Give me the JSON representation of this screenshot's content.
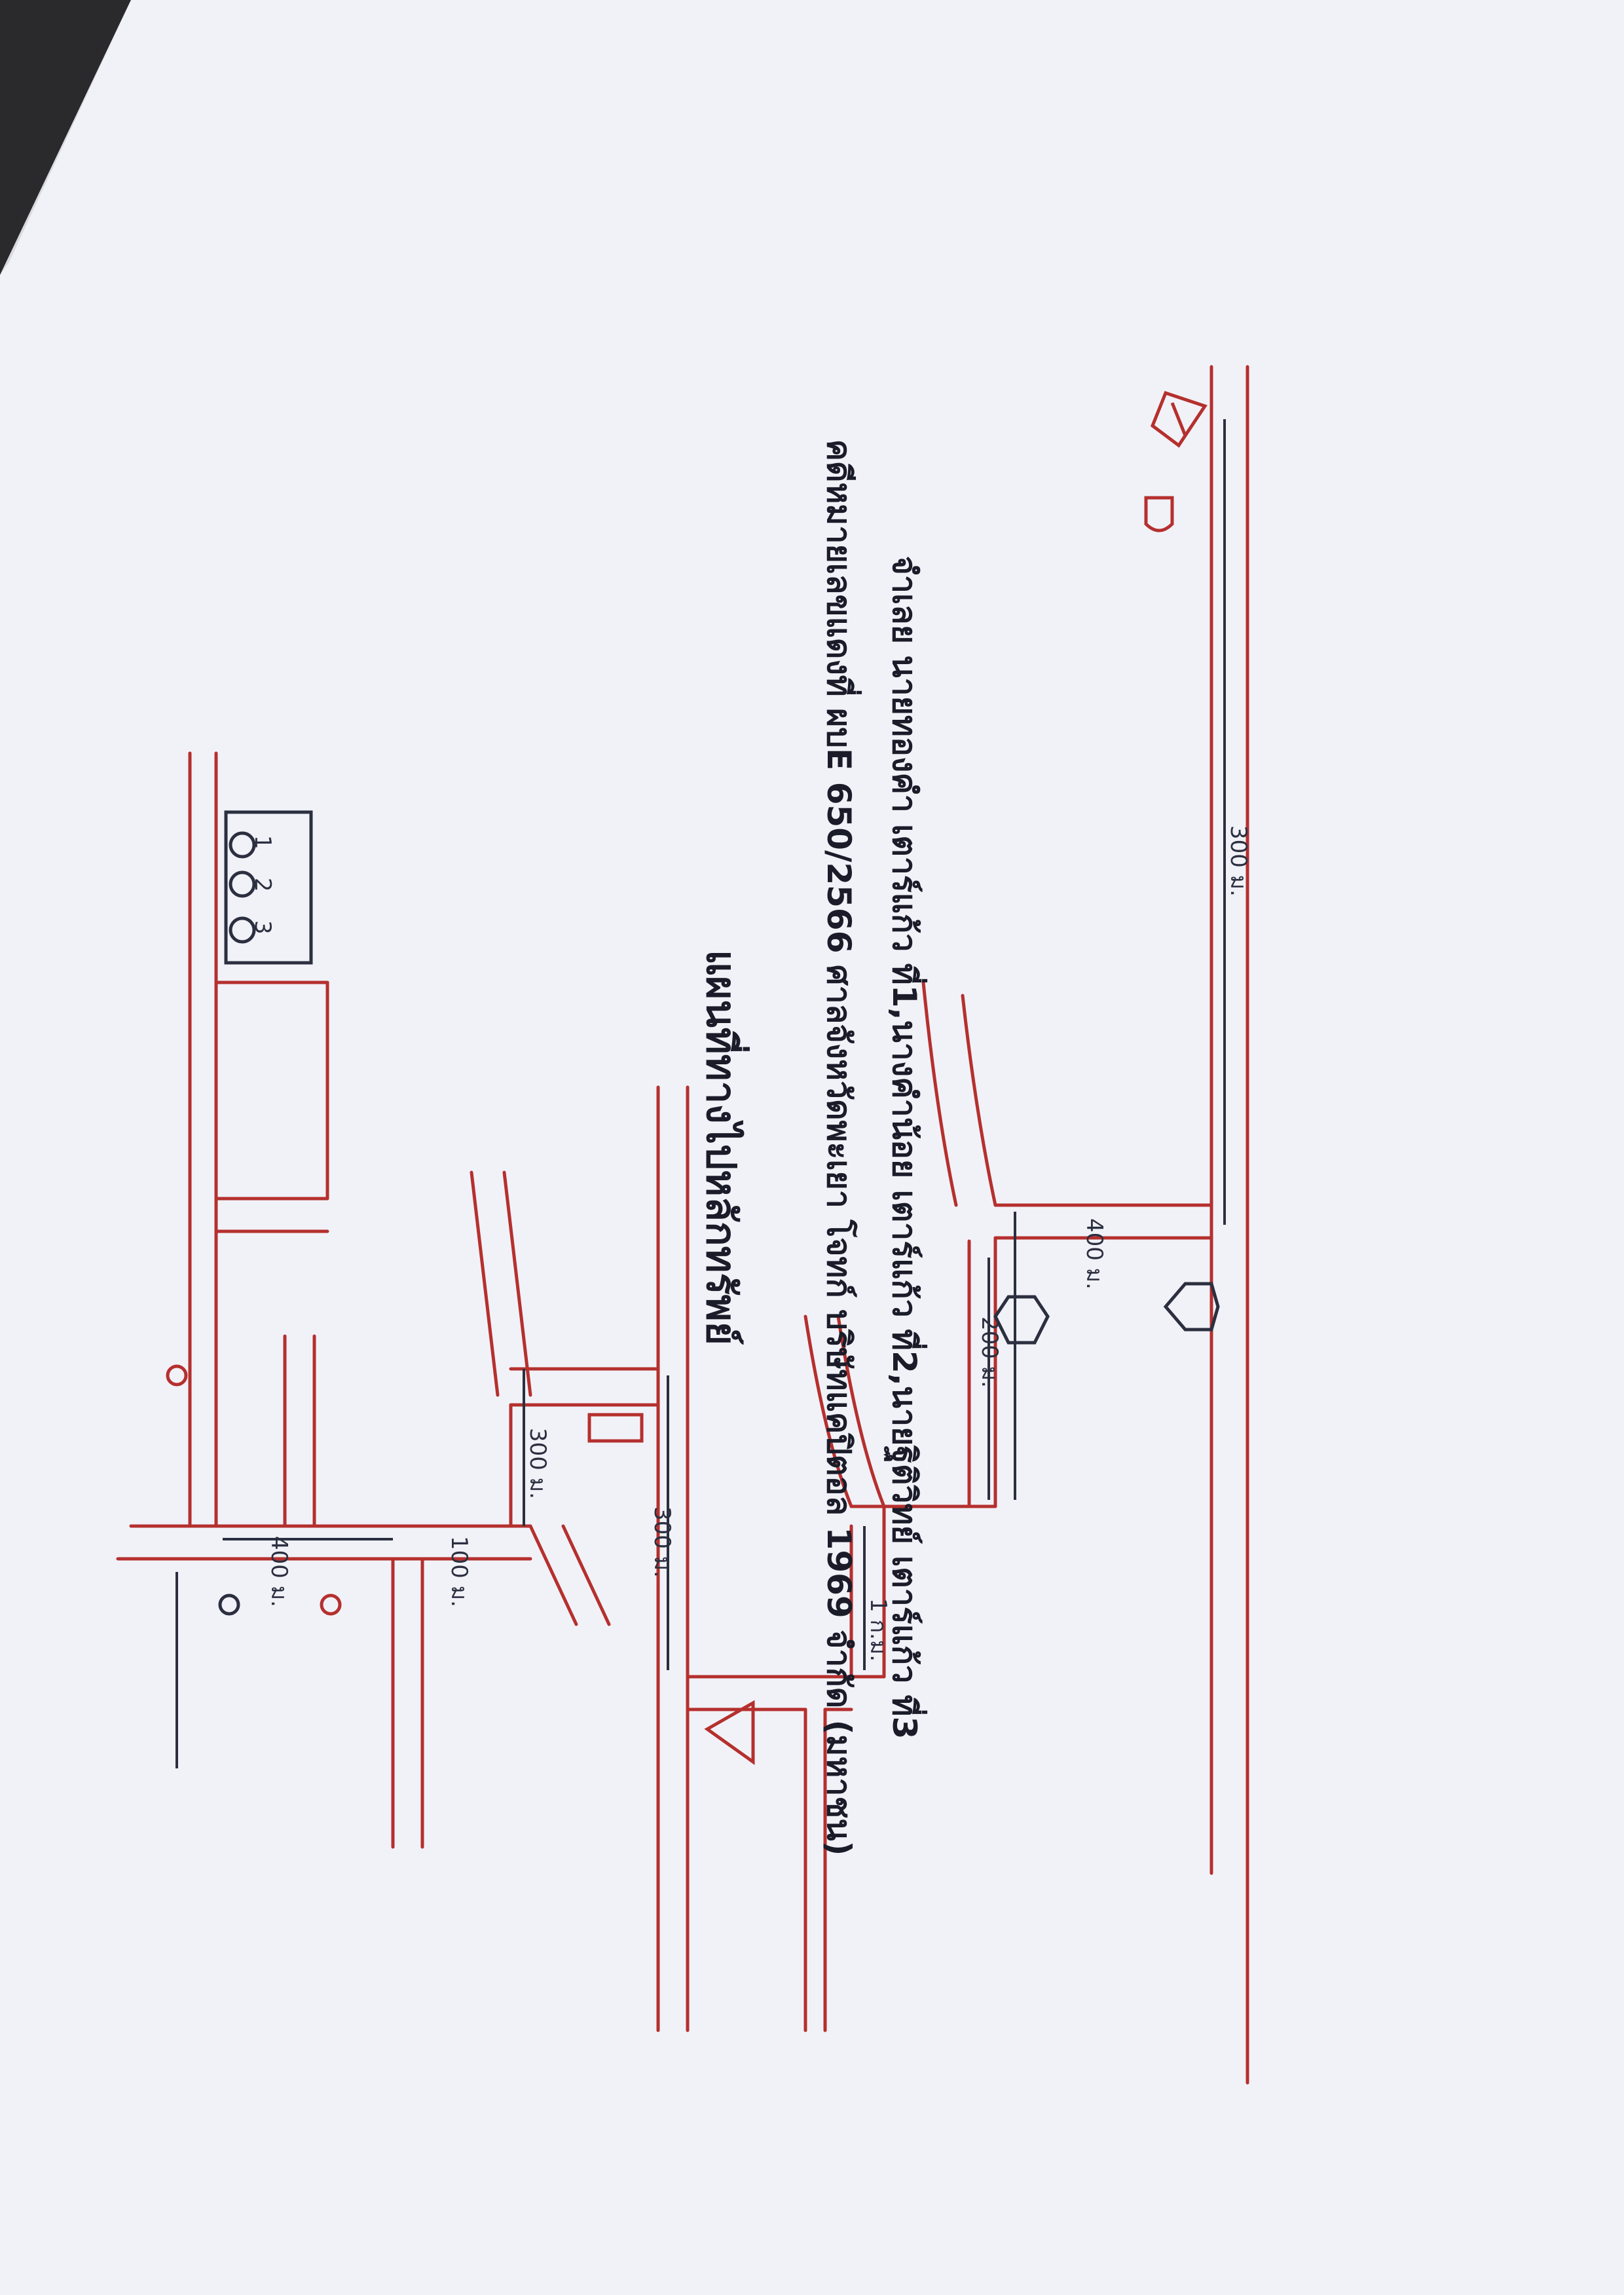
{
  "page": {
    "title": "แผนที่ทางไปหลักทรัพย์",
    "subtitle_line1": "คดีหมายเลขแดงที่ ผบE 650/2566  ศาลจังหวัดพะเยา โจทก์ บริษัทแคปิตอล 1969 จำกัด (มหาชน)",
    "subtitle_line2": "จำเลย  นายทองคำ เตาร์แก้ว ที่1,นางคำน้อย เตาร์แก้ว ที่2,นายฐิติวิทย์ เตาร์แก้ว ที่3"
  },
  "colors": {
    "road": "#b5302e",
    "ink": "#2b2f3f",
    "paper": "#f1f2f8"
  },
  "icons": [
    "hexagon-sign-icon",
    "triangle-sign-icon",
    "temple-arch-icon",
    "house-icon",
    "circle-landmark-icon",
    "numbered-plot-icon"
  ],
  "map": {
    "distances": [
      "300 ม.",
      "400 ม.",
      "200 ม.",
      "300 ม.",
      "300 ม.",
      "400 ม.",
      "100 ม.",
      "1 ก.ม."
    ],
    "plot_numbers": [
      "1",
      "2",
      "3"
    ]
  }
}
